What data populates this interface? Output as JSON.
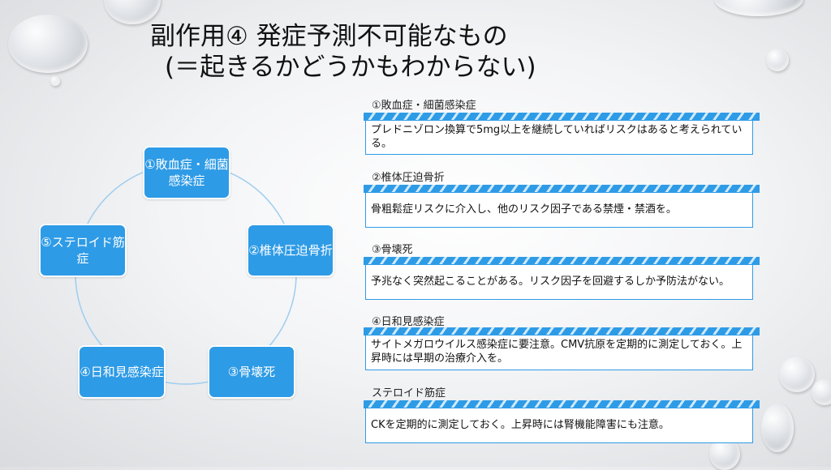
{
  "title": {
    "line1": "副作用④ 発症予測不可能なもの",
    "line2": "(＝起きるかどうかもわからない)"
  },
  "cycle": {
    "nodes": [
      "①敗血症・細菌感染症",
      "②椎体圧迫骨折",
      "③骨壊死",
      "④日和見感染症",
      "⑤ステロイド筋症"
    ]
  },
  "sections": [
    {
      "label": "①敗血症・細菌感染症",
      "text": "プレドニゾロン換算で5mg以上を継続していればリスクはあると考えられている。"
    },
    {
      "label": "②椎体圧迫骨折",
      "text": "骨粗鬆症リスクに介入し、他のリスク因子である禁煙・禁酒を。"
    },
    {
      "label": "③骨壊死",
      "text": "予兆なく突然起こることがある。リスク因子を回避するしか予防法がない。"
    },
    {
      "label": "④日和見感染症",
      "text": "サイトメガロウイルス感染症に要注意。CMV抗原を定期的に測定しておく。上昇時には早期の治療介入を。"
    },
    {
      "label": "ステロイド筋症",
      "text": "CKを定期的に測定しておく。上昇時には腎機能障害にも注意。"
    }
  ],
  "colors": {
    "node_fill": "#2e9be6",
    "cycle_line": "#9fcdef",
    "stripe": "#2e9be6"
  }
}
